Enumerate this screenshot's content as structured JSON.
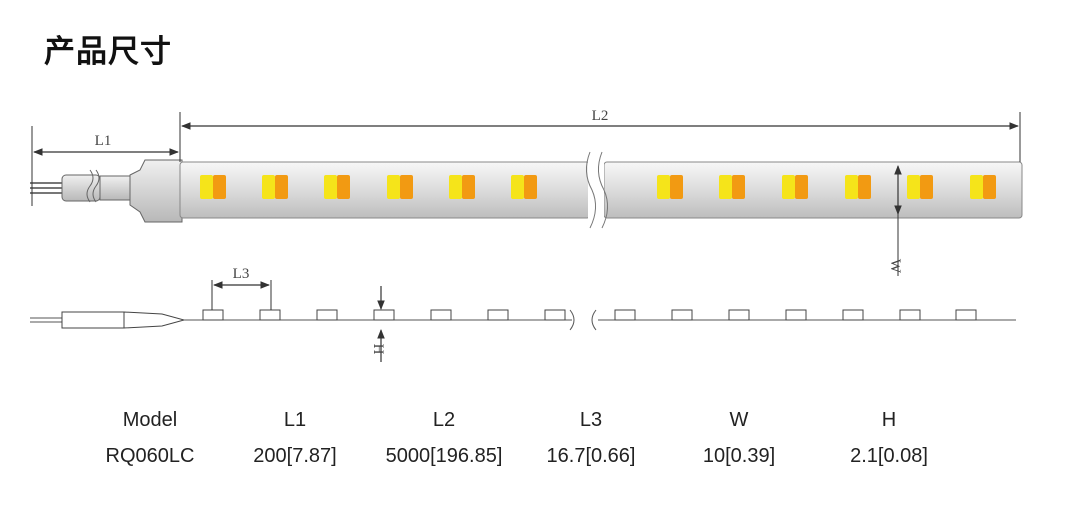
{
  "title": "产品尺寸",
  "drawing": {
    "label_l1": "L1",
    "label_l2": "L2",
    "label_l3": "L3",
    "label_w": "W",
    "label_h": "H",
    "led_colors": [
      "#f5e41a",
      "#f29a12"
    ]
  },
  "specs": {
    "headers": [
      "Model",
      "L1",
      "L2",
      "L3",
      "W",
      "H"
    ],
    "row": [
      "RQ060LC",
      "200[7.87]",
      "5000[196.85]",
      "16.7[0.66]",
      "10[0.39]",
      "2.1[0.08]"
    ]
  }
}
